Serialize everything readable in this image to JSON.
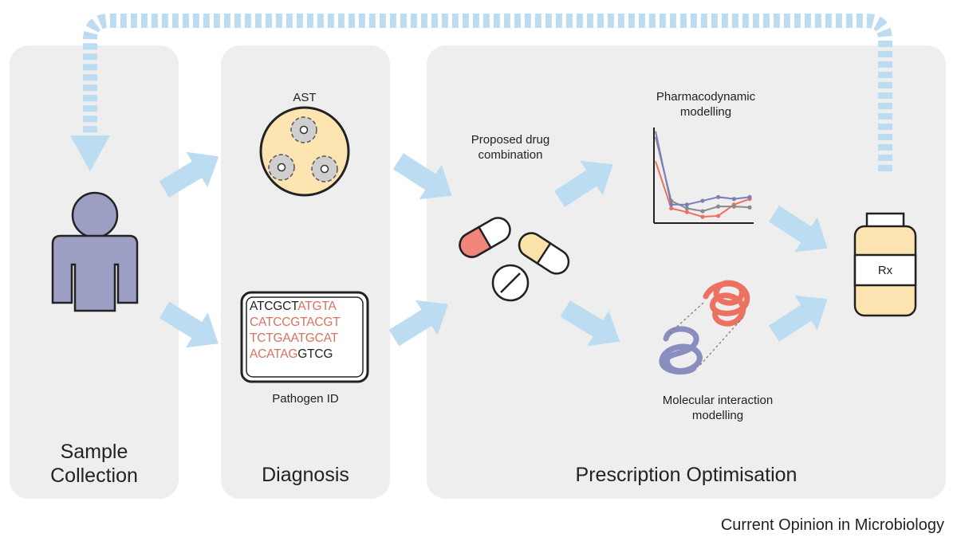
{
  "panels": {
    "sample_collection": "Sample\nCollection",
    "diagnosis": "Diagnosis",
    "prescription_optimisation": "Prescription Optimisation"
  },
  "labels": {
    "ast": "AST",
    "pathogen_id": "Pathogen ID",
    "proposed_drug": "Proposed drug\ncombination",
    "pharmacodynamic": "Pharmacodynamic\nmodelling",
    "molecular": "Molecular interaction\nmodelling",
    "rx": "Rx"
  },
  "dna_lines": [
    {
      "plain": "ATCGCT",
      "highlight": "ATGTA",
      "tail": ""
    },
    {
      "plain": "",
      "highlight": "CATCCGTACGT",
      "tail": ""
    },
    {
      "plain": "",
      "highlight": "TCTGAATGCAT",
      "tail": ""
    },
    {
      "plain": "",
      "highlight": "ACATAG",
      "tail": "GTCG"
    }
  ],
  "footer": "Current Opinion in Microbiology",
  "colors": {
    "panel": "#eeeeee",
    "arrow": "#bcdcf2",
    "person": "#9c9ec4",
    "pill_red": "#ef8679",
    "pill_yellow": "#fae2a8",
    "jar": "#fde5b1",
    "series_red": "#ec7160",
    "series_blue": "#7a7eb8",
    "series_gray": "#8a8a8a"
  },
  "chart_data": {
    "type": "line",
    "series": [
      {
        "values": [
          3.2,
          0.7,
          0.5,
          0.25,
          0.3,
          0.9,
          1.2
        ]
      },
      {
        "values": [
          4.5,
          1.1,
          0.7,
          0.55,
          0.8,
          0.8,
          0.75
        ]
      },
      {
        "values": [
          4.8,
          0.9,
          0.9,
          1.1,
          1.3,
          1.2,
          1.3
        ]
      }
    ],
    "x": [
      0,
      1,
      2,
      3,
      4,
      5,
      6
    ],
    "ylim": [
      0,
      5
    ]
  }
}
